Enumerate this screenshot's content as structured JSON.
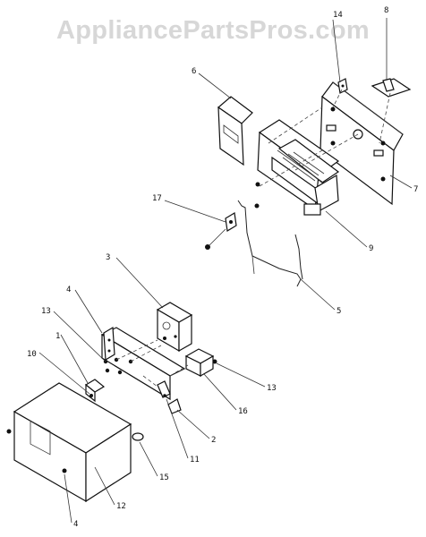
{
  "watermark": "AppliancePartsPros.com",
  "callouts": [
    {
      "id": "14",
      "text": "14"
    },
    {
      "id": "8",
      "text": "8"
    },
    {
      "id": "6",
      "text": "6"
    },
    {
      "id": "7",
      "text": "7"
    },
    {
      "id": "17",
      "text": "17"
    },
    {
      "id": "9",
      "text": "9"
    },
    {
      "id": "3",
      "text": "3"
    },
    {
      "id": "5",
      "text": "5"
    },
    {
      "id": "4a",
      "text": "4"
    },
    {
      "id": "13a",
      "text": "13"
    },
    {
      "id": "1",
      "text": "1"
    },
    {
      "id": "10",
      "text": "10"
    },
    {
      "id": "13b",
      "text": "13"
    },
    {
      "id": "16",
      "text": "16"
    },
    {
      "id": "2",
      "text": "2"
    },
    {
      "id": "11",
      "text": "11"
    },
    {
      "id": "15",
      "text": "15"
    },
    {
      "id": "12",
      "text": "12"
    },
    {
      "id": "4b",
      "text": "4"
    }
  ]
}
